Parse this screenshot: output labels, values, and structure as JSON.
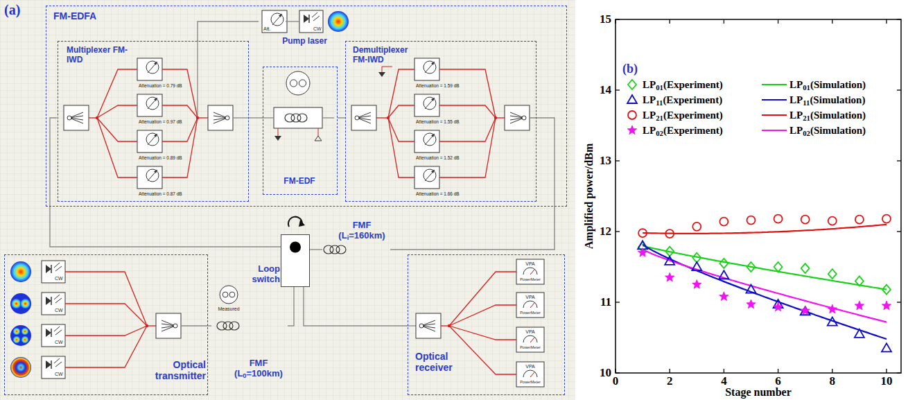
{
  "diagram": {
    "nodes": [
      {
        "text": [
          "FM-EDFA"
        ]
      },
      {
        "text": [
          "Multiplexer FM-IWD"
        ],
        "in": 0
      },
      {
        "text": [
          "Attenuation = 0.79 dB"
        ],
        "in": 1
      },
      {
        "text": [
          "Attenuation = 0.97 dB"
        ],
        "in": 1
      },
      {
        "text": [
          "Attenuation = 0.89 dB"
        ],
        "in": 1
      },
      {
        "text": [
          "Attenuation = 0.87 dB"
        ],
        "in": 1
      },
      {
        "text": [
          "Pump laser"
        ],
        "in": 0
      },
      {
        "text": [
          "FM-EDF"
        ],
        "in": 0
      },
      {
        "text": [
          "Demultiplexer FM-IWD"
        ],
        "in": 0
      },
      {
        "text": [
          "Attenuation = 1.59 dB"
        ],
        "in": 8
      },
      {
        "text": [
          "Attenuation = 1.55 dB"
        ],
        "in": 8
      },
      {
        "text": [
          "Attenuation = 1.52 dB"
        ],
        "in": 8
      },
      {
        "text": [
          "Attenuation = 1.66 dB"
        ],
        "in": 8
      },
      {
        "text": [
          "Optical transmitter"
        ]
      },
      {
        "text": [
          "FMF (L0=100km)"
        ]
      },
      {
        "text": [
          "Loop switch"
        ]
      },
      {
        "text": [
          "FMF (Li=160km)"
        ]
      },
      {
        "text": [
          "Optical receiver"
        ]
      }
    ],
    "edges": [
      {
        "from": 6,
        "to": 1,
        "arrow": "none"
      },
      {
        "from": 1,
        "to": 7,
        "arrow": "none"
      },
      {
        "from": 7,
        "to": 8,
        "arrow": "none"
      },
      {
        "from": 13,
        "to": 14,
        "arrow": "none"
      },
      {
        "from": 14,
        "to": 15,
        "arrow": "none"
      },
      {
        "from": 15,
        "to": 0,
        "arrow": "none"
      },
      {
        "from": 0,
        "to": 16,
        "arrow": "none"
      },
      {
        "from": 16,
        "to": 15,
        "arrow": "none"
      },
      {
        "from": 15,
        "to": 17,
        "arrow": "none"
      }
    ],
    "labels": [
      "(a)",
      "Att.",
      "CW",
      "CW",
      "CW",
      "CW",
      "CW",
      "Measured",
      "VPA",
      "PowerMeter",
      "VPA",
      "PowerMeter",
      "VPA",
      "PowerMeter",
      "VPA",
      "PowerMeter",
      "(b)",
      "15",
      "14",
      "13",
      "12",
      "11",
      "10",
      "0",
      "2",
      "4",
      "6",
      "8",
      "10",
      "Amplified power/dBm",
      "Stage number"
    ],
    "legend": [
      {
        "text": "LP01(Experiment)"
      },
      {
        "text": "LP01(Simulation)"
      },
      {
        "text": "LP11(Experiment)"
      },
      {
        "text": "LP11(Simulation)"
      },
      {
        "text": "LP21(Experiment)"
      },
      {
        "text": "LP21(Simulation)"
      },
      {
        "text": "LP02(Experiment)"
      },
      {
        "text": "LP02(Simulation)"
      }
    ]
  }
}
